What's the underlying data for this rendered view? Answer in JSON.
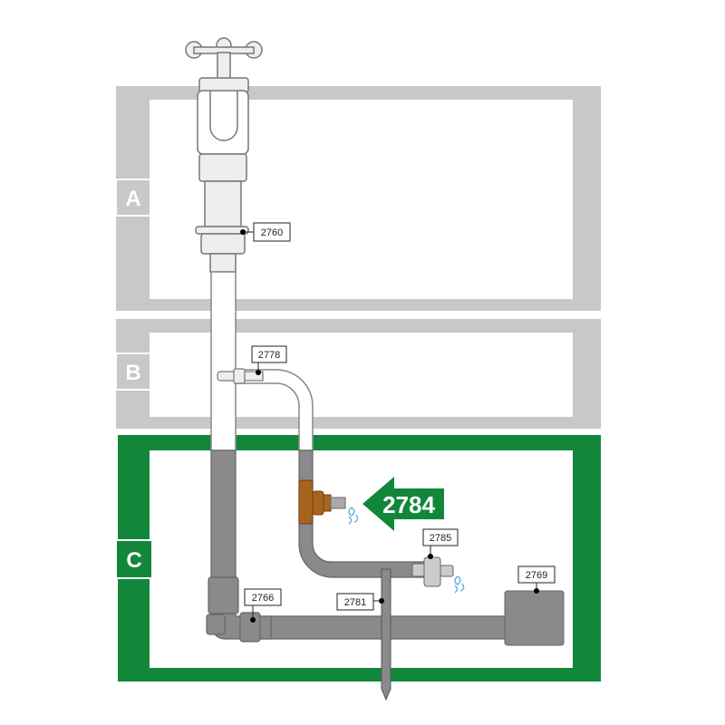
{
  "zones": [
    {
      "label": "A",
      "color": "#c8c8c8"
    },
    {
      "label": "B",
      "color": "#c8c8c8"
    },
    {
      "label": "C",
      "color": "#12873a"
    }
  ],
  "callouts": {
    "tap_connector": "2760",
    "branch_fitting": "2778",
    "highlight": "2784",
    "end_valve": "2785",
    "box": "2769",
    "elbow_fitting": "2766",
    "stake": "2781"
  },
  "colors": {
    "pipe_dark": "#8a8a8c",
    "pipe_light": "#ffffff",
    "valve_brown": "#a8641f",
    "water": "#6ab4e0"
  }
}
